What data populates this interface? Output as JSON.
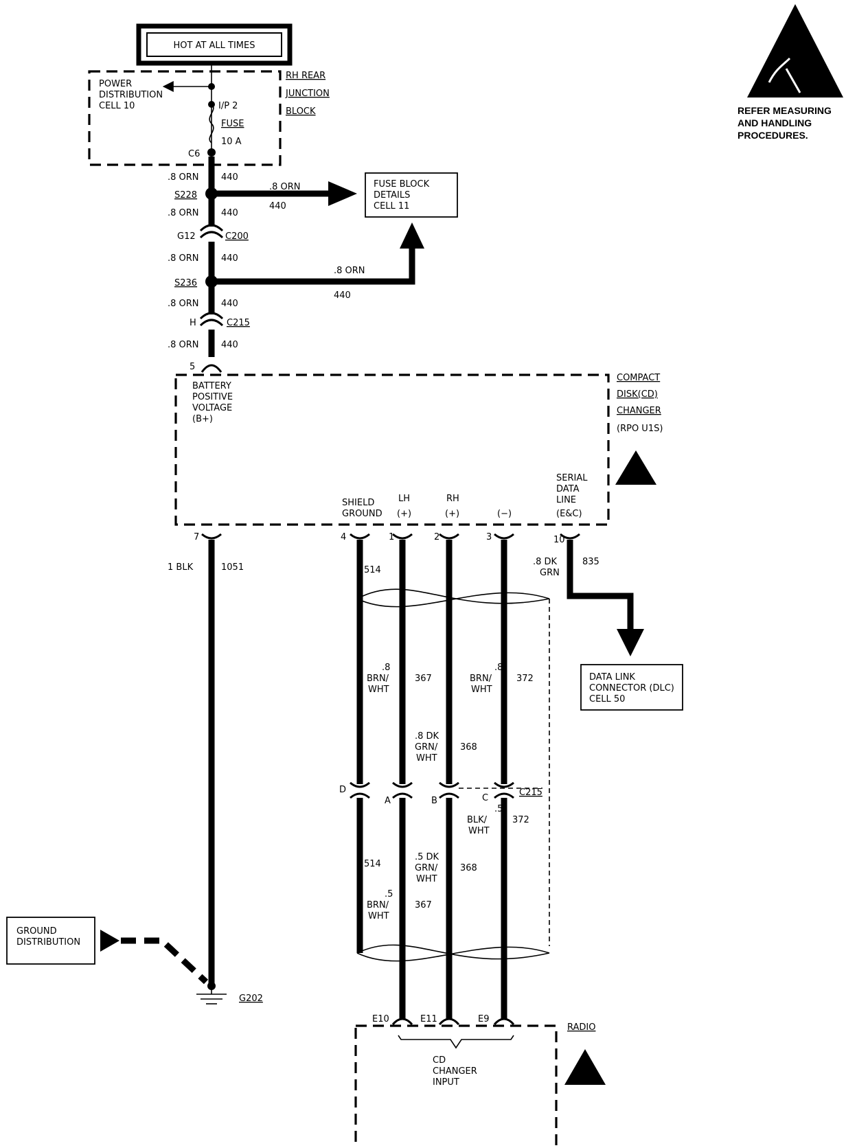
{
  "banner": {
    "hot": "HOT AT ALL TIMES"
  },
  "esd_note": {
    "line1": "REFER MEASURING",
    "line2": "AND HANDLING",
    "line3": "PROCEDURES."
  },
  "power_block": {
    "line1": "POWER",
    "line2": "DISTRIBUTION",
    "line3": "CELL 10"
  },
  "rh_block": {
    "line1": "RH REAR",
    "line2": "JUNCTION",
    "line3": "BLOCK"
  },
  "fuse": {
    "line1": "I/P 2",
    "line2": "FUSE",
    "line3": "10 A"
  },
  "terminal_c6": "C6",
  "fuse_details": {
    "line1": "FUSE BLOCK",
    "line2": "DETAILS",
    "line3": "CELL 11"
  },
  "wire_440": {
    "gauge": ".8 ORN",
    "circuit": "440"
  },
  "splices": {
    "s228": "S228",
    "s236": "S236"
  },
  "c200": {
    "pin": "G12",
    "name": "C200"
  },
  "c215_top": {
    "pin": "H",
    "name": "C215"
  },
  "cd_pin5": "5",
  "cd_module": {
    "bplus": [
      "BATTERY",
      "POSITIVE",
      "VOLTAGE",
      "(B+)"
    ],
    "name": [
      "COMPACT",
      "DISK(CD)",
      "CHANGER",
      "(RPO U1S)"
    ],
    "shield": [
      "SHIELD",
      "GROUND"
    ],
    "lh": [
      "LH",
      "(+)"
    ],
    "rh": [
      "RH",
      "(+)"
    ],
    "minus": "(−)",
    "serial": [
      "SERIAL",
      "DATA",
      "LINE",
      "(E&C)"
    ]
  },
  "pins": {
    "p7": "7",
    "p4": "4",
    "p1": "1",
    "p2": "2",
    "p3": "3",
    "p10": "10"
  },
  "wire_1051": {
    "gauge": "1 BLK",
    "circuit": "1051"
  },
  "wire_514": "514",
  "wire_835": {
    "gauge1": ".8 DK",
    "gauge2": "GRN",
    "circuit": "835"
  },
  "wire_367_upper": {
    "size": ".8",
    "color1": "BRN/",
    "color2": "WHT",
    "circuit": "367"
  },
  "wire_372_upper": {
    "size": ".8",
    "color1": "BRN/",
    "color2": "WHT",
    "circuit": "372"
  },
  "wire_368_upper": {
    "size": ".8 DK",
    "color1": "GRN/",
    "color2": "WHT",
    "circuit": "368"
  },
  "c215_lower": {
    "d": "D",
    "a": "A",
    "b": "B",
    "c": "C",
    "name": "C215"
  },
  "wire_372_lower": {
    "size": ".5",
    "color1": "BLK/",
    "color2": "WHT",
    "circuit": "372"
  },
  "wire_514_lower": "514",
  "wire_368_lower": {
    "size": ".5 DK",
    "color1": "GRN/",
    "color2": "WHT",
    "circuit": "368"
  },
  "wire_367_lower": {
    "size": ".5",
    "color1": "BRN/",
    "color2": "WHT",
    "circuit": "367"
  },
  "dlc": {
    "line1": "DATA LINK",
    "line2": "CONNECTOR (DLC)",
    "line3": "CELL 50"
  },
  "ground_box": {
    "line1": "GROUND",
    "line2": "DISTRIBUTION"
  },
  "ground_id": "G202",
  "radio": {
    "name": "RADIO",
    "e10": "E10",
    "e11": "E11",
    "e9": "E9",
    "input": [
      "CD",
      "CHANGER",
      "INPUT"
    ]
  }
}
